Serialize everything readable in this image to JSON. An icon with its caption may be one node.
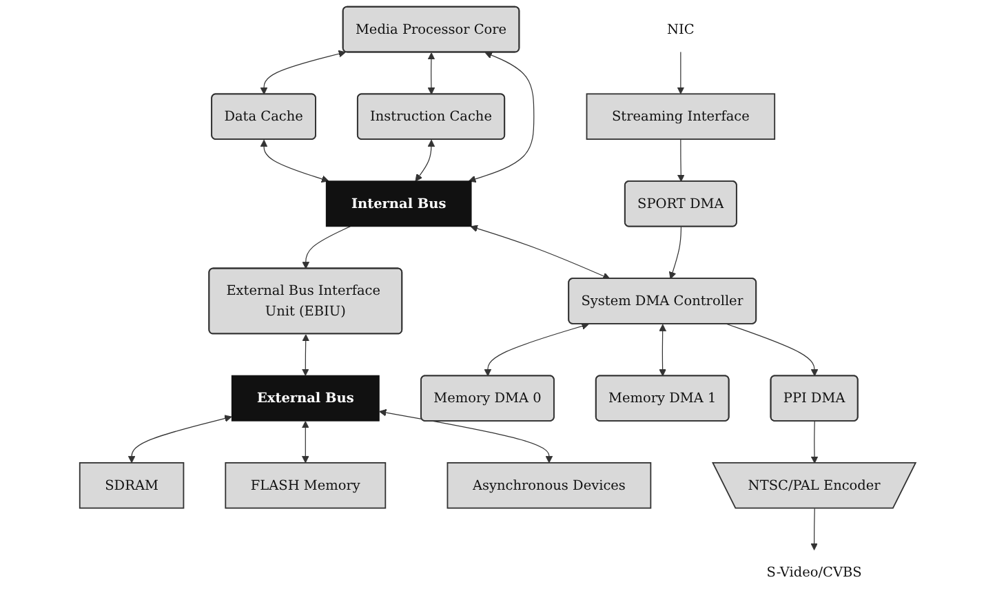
{
  "diagram": {
    "nodes": [
      {
        "text": [
          "Media Processor Core"
        ]
      },
      {
        "text": [
          "Data Cache"
        ]
      },
      {
        "text": [
          "Instruction Cache"
        ]
      },
      {
        "text": [
          "Internal Bus"
        ]
      },
      {
        "text": [
          "External Bus Interface Unit (EBIU)"
        ]
      },
      {
        "text": [
          "System DMA Controller"
        ]
      },
      {
        "text": [
          "Memory DMA 0"
        ]
      },
      {
        "text": [
          "Memory DMA 1"
        ]
      },
      {
        "text": [
          "PPI DMA"
        ]
      },
      {
        "text": [
          "SPORT DMA"
        ]
      },
      {
        "text": [
          "NTSC/PAL Encoder"
        ]
      },
      {
        "text": [
          "Streaming Interface"
        ]
      },
      {
        "text": [
          "S-Video/CVBS"
        ]
      },
      {
        "text": [
          "NIC"
        ]
      },
      {
        "text": [
          "External Bus"
        ]
      },
      {
        "text": [
          "SDRAM"
        ]
      },
      {
        "text": [
          "FLASH Memory"
        ]
      },
      {
        "text": [
          "Asynchronous Devices"
        ]
      }
    ],
    "edges": [
      {
        "from": 0,
        "to": 1,
        "arrow": "both"
      },
      {
        "from": 0,
        "to": 2,
        "arrow": "both"
      },
      {
        "from": 0,
        "to": 3,
        "arrow": "both"
      },
      {
        "from": 1,
        "to": 3,
        "arrow": "both"
      },
      {
        "from": 2,
        "to": 3,
        "arrow": "both"
      },
      {
        "from": 3,
        "to": 4,
        "arrow": "to"
      },
      {
        "from": 3,
        "to": 5,
        "arrow": "both"
      },
      {
        "from": 5,
        "to": 6,
        "arrow": "both"
      },
      {
        "from": 5,
        "to": 7,
        "arrow": "both"
      },
      {
        "from": 5,
        "to": 8,
        "arrow": "to"
      },
      {
        "from": 9,
        "to": 5,
        "arrow": "to"
      },
      {
        "from": 8,
        "to": 10,
        "arrow": "to"
      },
      {
        "from": 10,
        "to": 12,
        "arrow": "to"
      },
      {
        "from": 11,
        "to": 9,
        "arrow": "to"
      },
      {
        "from": 13,
        "to": 11,
        "arrow": "to"
      },
      {
        "from": 4,
        "to": 14,
        "arrow": "both"
      },
      {
        "from": 14,
        "to": 15,
        "arrow": "both"
      },
      {
        "from": 14,
        "to": 16,
        "arrow": "both"
      },
      {
        "from": 14,
        "to": 17,
        "arrow": "both"
      }
    ]
  }
}
